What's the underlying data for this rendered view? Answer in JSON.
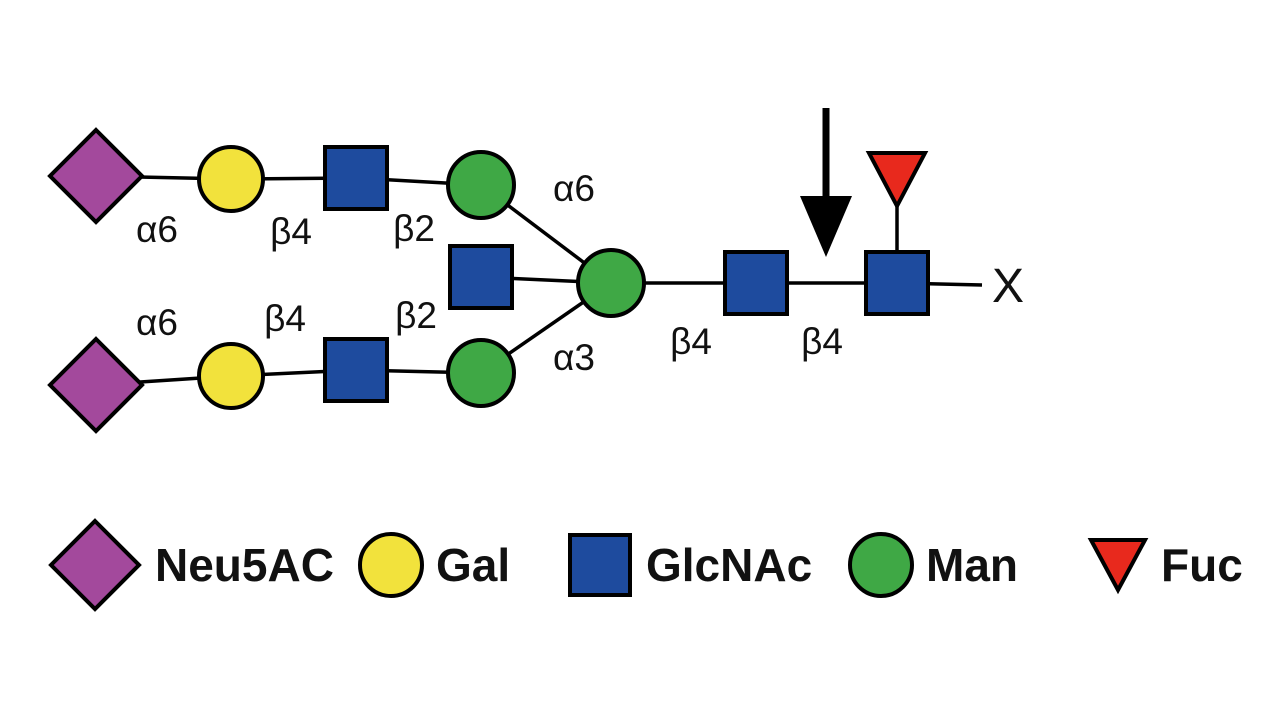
{
  "colors": {
    "neu5ac": "#A3499C",
    "gal": "#F2E23C",
    "glcnac": "#1E4B9E",
    "man": "#3FA845",
    "fuc": "#E8291D",
    "stroke": "#000000",
    "background": "#FFFFFF"
  },
  "labels": {
    "terminal": "X"
  },
  "diagram": {
    "type": "glycan",
    "nodes": [
      {
        "id": 1,
        "residue": "Neu5AC",
        "arm": "top"
      },
      {
        "id": 2,
        "residue": "Gal",
        "arm": "top"
      },
      {
        "id": 3,
        "residue": "GlcNAc",
        "arm": "top"
      },
      {
        "id": 4,
        "residue": "Man",
        "arm": "top"
      },
      {
        "id": 5,
        "residue": "GlcNAc",
        "arm": "bisecting"
      },
      {
        "id": 6,
        "residue": "Man",
        "arm": "core"
      },
      {
        "id": 7,
        "residue": "Neu5AC",
        "arm": "bottom"
      },
      {
        "id": 8,
        "residue": "Gal",
        "arm": "bottom"
      },
      {
        "id": 9,
        "residue": "GlcNAc",
        "arm": "bottom"
      },
      {
        "id": 10,
        "residue": "Man",
        "arm": "bottom"
      },
      {
        "id": 11,
        "residue": "GlcNAc",
        "arm": "core"
      },
      {
        "id": 12,
        "residue": "GlcNAc",
        "arm": "core-reducing-end"
      },
      {
        "id": 13,
        "residue": "Fuc",
        "arm": "core"
      }
    ],
    "linkages": [
      {
        "from": 1,
        "to": 2,
        "label": "α6"
      },
      {
        "from": 2,
        "to": 3,
        "label": "β4"
      },
      {
        "from": 3,
        "to": 4,
        "label": "β2"
      },
      {
        "from": 4,
        "to": 6,
        "label": "α6"
      },
      {
        "from": 7,
        "to": 8,
        "label": "α6"
      },
      {
        "from": 8,
        "to": 9,
        "label": "β4"
      },
      {
        "from": 9,
        "to": 10,
        "label": "β2"
      },
      {
        "from": 10,
        "to": 6,
        "label": "α3"
      },
      {
        "from": 5,
        "to": 6,
        "label": ""
      },
      {
        "from": 6,
        "to": 11,
        "label": "β4"
      },
      {
        "from": 11,
        "to": 12,
        "label": "β4"
      },
      {
        "from": 13,
        "to": 12,
        "label": ""
      },
      {
        "from": 12,
        "to": "X",
        "label": ""
      }
    ]
  },
  "legend": [
    {
      "shape": "diamond",
      "label": "Neu5AC"
    },
    {
      "shape": "circle",
      "label": "Gal"
    },
    {
      "shape": "square",
      "label": "GlcNAc"
    },
    {
      "shape": "circle",
      "label": "Man"
    },
    {
      "shape": "triangle",
      "label": "Fuc"
    }
  ]
}
